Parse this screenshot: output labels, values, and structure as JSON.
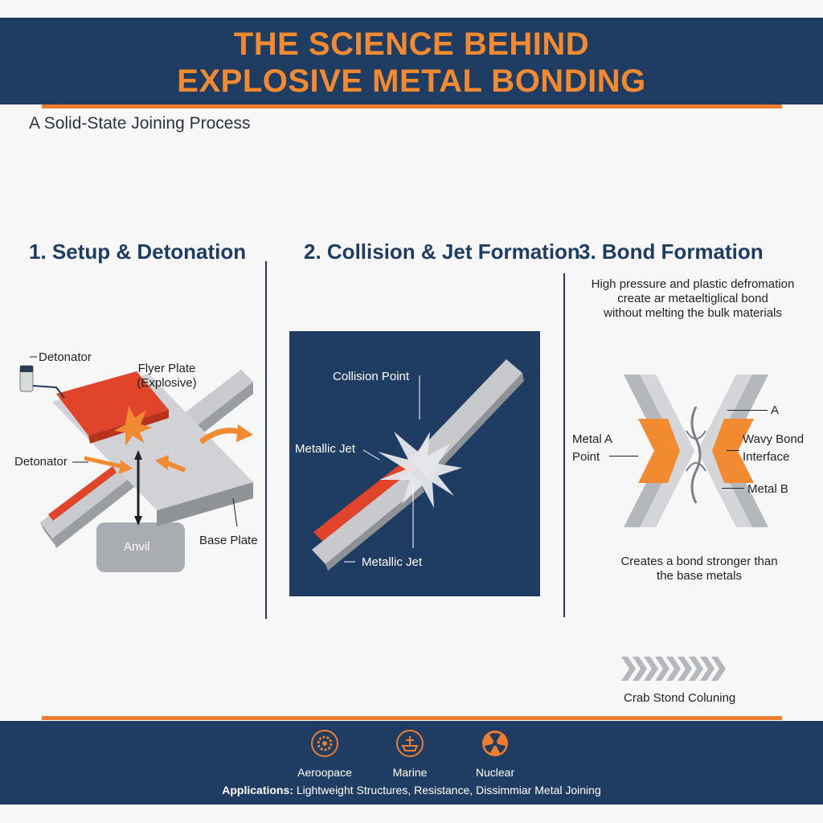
{
  "header": {
    "title_line1": "THE SCIENCE BEHIND",
    "title_line2": "EXPLOSIVE METAL BONDING",
    "subtitle": "A Solid-State Joining Process"
  },
  "panels": [
    {
      "title": "1. Setup & Detonation",
      "labels": {
        "detonator_top": "Detonator",
        "flyer_plate_line1": "Flyer Plate",
        "flyer_plate_line2": "(Explosive)",
        "detonator_left": "Detonator",
        "anvil": "Anvil",
        "base_plate": "Base Plate"
      }
    },
    {
      "title": "2. Collision & Jet Formation",
      "labels": {
        "collision_point": "Collision Point",
        "metallic_jet_upper": "Metallic Jet",
        "metallic_jet_lower": "Metallic Jet"
      }
    },
    {
      "title": "3. Bond Formation",
      "description": [
        "High pressure and plastic defromation",
        "create ar metaeltiglical bond",
        "without melting the bulk materials"
      ],
      "labels": {
        "a": "A",
        "metal_a_line1": "Metal A",
        "metal_a_line2": "Point",
        "wavy_line1": "Wavy Bond",
        "wavy_line2": "Interface",
        "metal_b": "Metal B"
      },
      "caption": [
        "Creates a bond stronger than",
        "the base metals"
      ],
      "chevron_caption": "Crab Stond Coluning"
    }
  ],
  "footer": {
    "applications": [
      {
        "label": "Aeroopace",
        "icon": "gear-icon"
      },
      {
        "label": "Marine",
        "icon": "ship-icon"
      },
      {
        "label": "Nuclear",
        "icon": "radiation-icon"
      }
    ],
    "applications_prefix": "Applications:",
    "applications_text": "Lightweight Structures, Resistance, Dissimmiar Metal Joining"
  },
  "colors": {
    "navy": "#1f3d63",
    "orange": "#ef7d2d",
    "red": "#e0452b",
    "steel": "#b9bcc0"
  }
}
